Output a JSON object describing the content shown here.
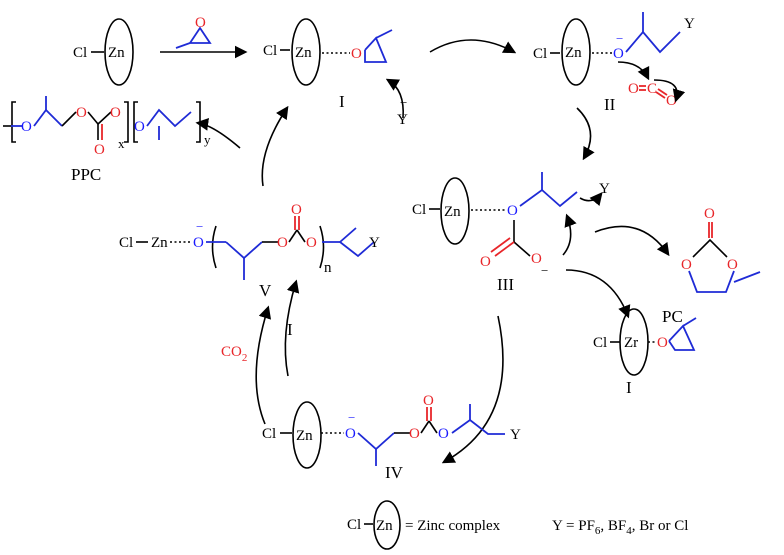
{
  "labels": {
    "cl": "Cl",
    "zn": "Zn",
    "o": "O",
    "o_minus": "O",
    "minus": "−",
    "y": "Y",
    "c": "C",
    "x": "x",
    "yy": "y",
    "n": "n",
    "co2": "CO",
    "co2_sub": "2",
    "zr": "Zr"
  },
  "intermediates": {
    "i": "I",
    "ii": "II",
    "iii": "III",
    "iv": "IV",
    "v": "V",
    "i_small": "I",
    "i_arrow": "I"
  },
  "products": {
    "ppc": "PPC",
    "pc": "PC"
  },
  "legend": {
    "zinc": "= Zinc complex",
    "y_def_prefix": "Y = PF",
    "y_def_sub1": "6",
    "y_def_mid": ", BF",
    "y_def_sub2": "4",
    "y_def_suffix": ", Br or Cl"
  },
  "colors": {
    "bond_blue": "#1f2bd6",
    "oxygen_red": "#e8262a",
    "black": "#000000"
  }
}
